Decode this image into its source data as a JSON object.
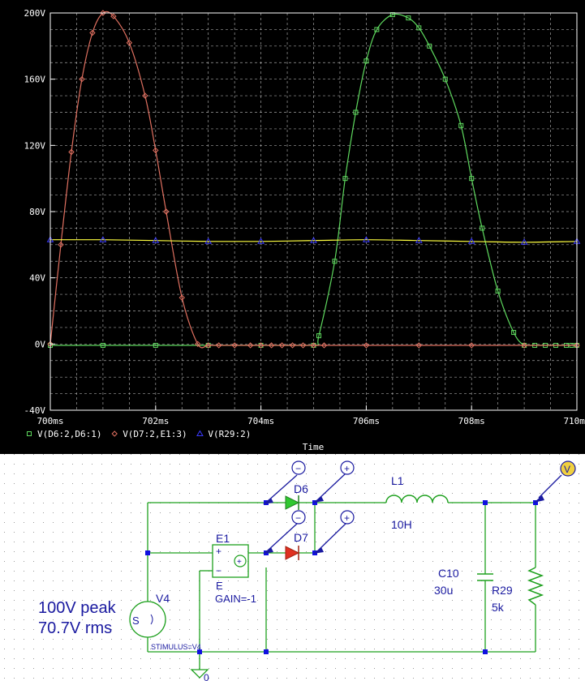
{
  "chart_data": {
    "type": "line",
    "xlabel": "Time",
    "xlim": [
      700,
      710
    ],
    "ylim": [
      -40,
      200
    ],
    "x_ticks": [
      700,
      702,
      704,
      706,
      708,
      710
    ],
    "x_tick_labels": [
      "700ms",
      "702ms",
      "704ms",
      "706ms",
      "708ms",
      "710ms"
    ],
    "y_ticks": [
      -40,
      0,
      40,
      80,
      120,
      160,
      200
    ],
    "y_tick_labels": [
      "-40V",
      "0V",
      "40V",
      "80V",
      "120V",
      "160V",
      "200V"
    ],
    "grid": true,
    "legend_position": "bottom-left",
    "colors": {
      "background": "#000000",
      "axis": "#ffffff",
      "grid": "#d8d8d8"
    },
    "series": [
      {
        "name": "V(D6:2,D6:1)",
        "color": "#5ed85e",
        "marker": "square",
        "x": [
          700,
          701,
          702,
          703,
          704,
          705,
          705.1,
          705.4,
          705.6,
          705.8,
          706.0,
          706.2,
          706.5,
          706.8,
          707.0,
          707.2,
          707.5,
          707.8,
          708.0,
          708.2,
          708.5,
          708.8,
          709.0,
          709.2,
          709.4,
          709.6,
          709.8,
          709.9,
          710.0
        ],
        "y": [
          -0.8,
          -0.8,
          -0.8,
          -0.8,
          -0.8,
          -0.8,
          5,
          50,
          100,
          140,
          171,
          190,
          199,
          197,
          191,
          180,
          160,
          132,
          100,
          70,
          32,
          7,
          -0.8,
          -0.8,
          -0.8,
          -0.8,
          -0.8,
          -0.8,
          -0.8
        ]
      },
      {
        "name": "V(D7:2,E1:3)",
        "color": "#e07060",
        "marker": "diamond",
        "x": [
          700,
          700.2,
          700.4,
          700.6,
          700.8,
          701.0,
          701.2,
          701.5,
          701.8,
          702.0,
          702.2,
          702.5,
          702.8,
          703.0,
          703.2,
          703.5,
          703.8,
          704.0,
          704.2,
          704.4,
          704.6,
          704.8,
          705.0,
          705.2,
          706,
          707,
          708,
          709,
          710
        ],
        "y": [
          0,
          60,
          116,
          160,
          188,
          200,
          198,
          182,
          150,
          117,
          80,
          28,
          0,
          -0.8,
          -0.8,
          -0.8,
          -0.8,
          -0.8,
          -0.8,
          -0.8,
          -0.8,
          -0.8,
          -0.8,
          -0.8,
          -0.8,
          -0.8,
          -0.8,
          -0.8,
          -0.8
        ]
      },
      {
        "name": "V(R29:2)",
        "color": "#3a3aff",
        "line_color": "#ffff40",
        "marker": "triangle",
        "x": [
          700,
          701,
          702,
          703,
          704,
          705,
          706,
          707,
          708,
          709,
          710
        ],
        "y": [
          63,
          63,
          62.5,
          62,
          62,
          62.5,
          63,
          62.5,
          62,
          61.5,
          62
        ]
      }
    ]
  },
  "schematic": {
    "labels": {
      "d6": "D6",
      "d7": "D7",
      "l1": "L1",
      "l1_value": "10H",
      "c10": "C10",
      "c10_value": "30u",
      "r29": "R29",
      "r29_value": "5k",
      "e1": "E1",
      "e1_sub": "E",
      "e1_gain": "GAIN=-1",
      "v4": "V4",
      "stimulus": "STIMULUS=V4",
      "ground": "0",
      "source_s": "S",
      "note_line1": "100V peak",
      "note_line2": "70.7V rms",
      "probe_v": "V",
      "plus": "+",
      "minus": "−"
    }
  }
}
